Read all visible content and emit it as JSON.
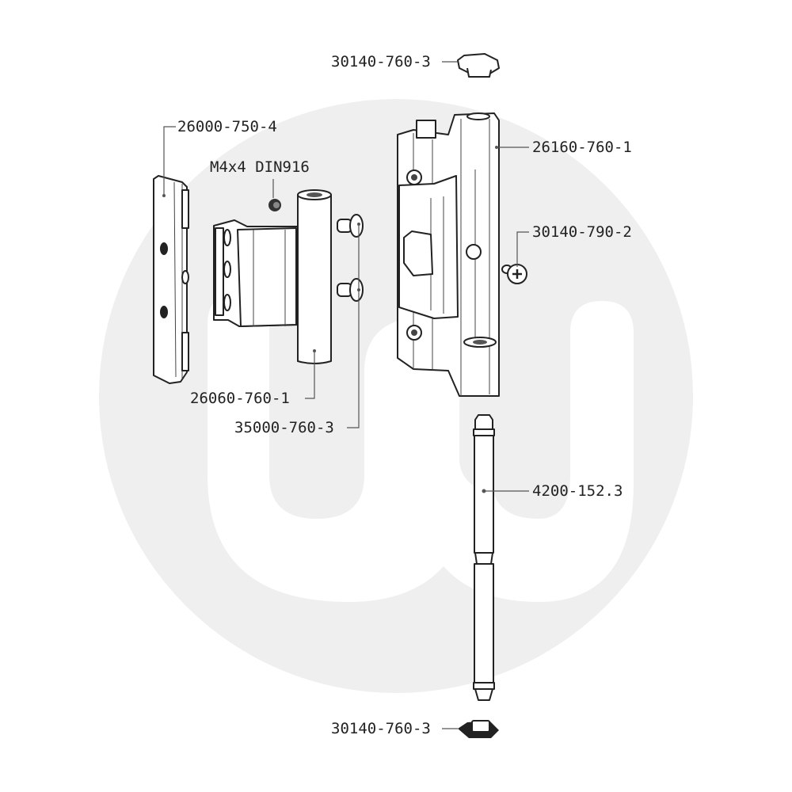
{
  "diagram": {
    "type": "exploded-parts-diagram",
    "subject": "door hinge assembly",
    "colors": {
      "background": "#ffffff",
      "watermark_circle": "#efefef",
      "watermark_logo": "#ffffff",
      "line": "#222222",
      "label_text": "#222222"
    },
    "watermark": {
      "shape": "circle-with-m-logo"
    },
    "parts": [
      {
        "id": "cap-top",
        "label": "30140-760-3",
        "description": "top cap"
      },
      {
        "id": "frame-plate",
        "label": "26000-750-4",
        "description": "backing plate"
      },
      {
        "id": "grub-screw",
        "label": "M4x4 DIN916",
        "description": "set screw"
      },
      {
        "id": "frame-hinge-part",
        "label": "26160-760-1",
        "description": "hinge body with two knuckles"
      },
      {
        "id": "cover-screw",
        "label": "30140-790-2",
        "description": "cross-head screw"
      },
      {
        "id": "door-leaf",
        "label": "26060-760-1",
        "description": "leaf with barrel"
      },
      {
        "id": "bushes",
        "label": "35000-760-3",
        "description": "pair of flanged bushes"
      },
      {
        "id": "pin",
        "label": "4200-152.3",
        "description": "hinge pin"
      },
      {
        "id": "cap-bottom",
        "label": "30140-760-3",
        "description": "bottom cap"
      }
    ]
  }
}
